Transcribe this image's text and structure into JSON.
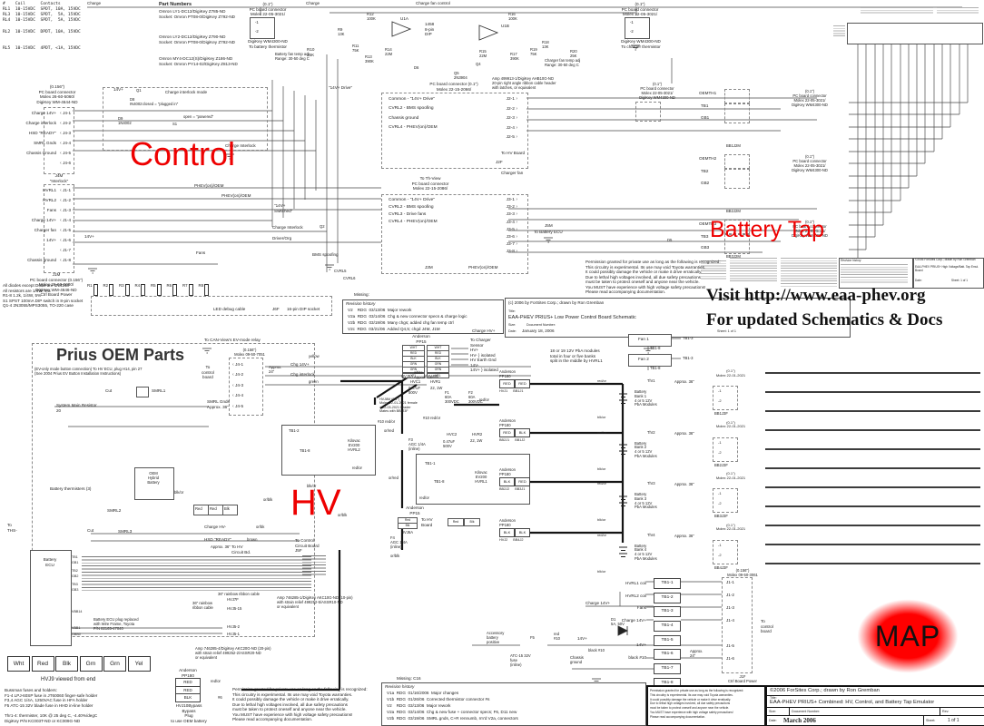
{
  "red_labels": {
    "control": "Control",
    "hv": "HV",
    "battery_tap": "Battery Tap",
    "map": "MAP"
  },
  "visit": {
    "line1": "Visit http://www.eaa-phev.org",
    "line2": "For updated Schematics & Docs"
  },
  "relay_table": {
    "header": "#    Coil      Contacts",
    "rows": "RL1  10-15VDC  SPDT, 10A, 15VDC\nRL3  10-15VDC  SPDT,  5A, 15VDC\nRL4  10-15VDC  SPDT,  5A, 15VDC\n\nRL2  10-15VDC  DPDT, 10A, 15VDC\n\n\nRL5  10-15VDC  4PDT, <1A, 15VDC",
    "pn_header": "Part Numbers",
    "pn1": "Omron LY1-DC12/DigiKey Z785-ND\nSocket:  Omron PT08-0/DigiKey Z792-ND",
    "pn2": "Omron  LY2-DC12/DigiKey Z790-ND\nSocket:  Omron PT08-0/DigiKey Z792-ND",
    "pn3": "Omron MY4-DC12(S)/DigiKey Z186-ND\nSocket:  Omron PY14-02/DigiKey Z813-ND"
  },
  "therm_conns": {
    "molex": "(0.1\")\nPC board connector\nMolex 22-05-3021/",
    "pins": [
      "-1",
      "-2"
    ],
    "battery": "DigiKey WM4300-ND\nTo battery thermistor",
    "charger": "DigiKey WM4300-ND\nTo charger thermistor",
    "r10": "R10\n25K",
    "batt_adj": "Battery fan temp adj\nRange: 30-50 deg C",
    "chg_adj": "Charger fan temp adj\nRange: 30-50 deg C"
  },
  "charge_labels": {
    "a": "Charge",
    "b": "Charge",
    "c": "Charge fan control"
  },
  "op": {
    "u1a": "U1A",
    "u1b": "U1B",
    "dip": "1458\n8-pin\nDIP",
    "r9": "R9\n13K",
    "r11": "R11\n75K",
    "r12": "R12\n100K",
    "r13": "R13\n390K",
    "r14": "R14\n22M",
    "r15": "R15\n22M",
    "r16": "R16\n100K",
    "r17": "R17\n390K",
    "r18": "R18\n13K",
    "r19": "R19\n75K",
    "r20": "R20\n25K",
    "d6": "D6",
    "q4": "Q4",
    "q5": "Q5\n2N3904",
    "amp_note": "Amp 499913-1/DigiKey AHB10G-ND\n20-pin right angle ribbon cable header\nwith latches, or equivalent",
    "v14": "14V+",
    "drive14": "\"14V+ Drive\"",
    "q1": "Q1",
    "d8": "D8\nIN4002",
    "d9": "D9\n1N4002"
  },
  "interlock": {
    "title": "Charge interlock mode",
    "closed": "closed = \"plugged in\"",
    "open": "open = \"powered\"",
    "s1": "S1",
    "label": "Charge Interlock"
  },
  "j4m": {
    "header": "(0.156\")\nPC board connector\nMolex 26-60-5060/\nDigiKey WM-4644-ND",
    "pins": [
      {
        "pin": "J4-1",
        "label": "Charge 14V+"
      },
      {
        "pin": "J4-2",
        "label": "Charge interlock"
      },
      {
        "pin": "J4-3",
        "label": "HSD \"READY\""
      },
      {
        "pin": "J4-4",
        "label": "SMRL Gnds"
      },
      {
        "pin": "J4-5",
        "label": "Chassis Ground"
      },
      {
        "pin": "J4-6",
        "label": ""
      }
    ],
    "caption": "J4M\n\"Interlock\""
  },
  "j1m": {
    "pins": [
      {
        "pin": "J1-1",
        "label": "HVRL1"
      },
      {
        "pin": "J1-2",
        "label": "HVRL2"
      },
      {
        "pin": "J1-3",
        "label": "Fans"
      },
      {
        "pin": "J1-4",
        "label": "Charge 14V+"
      },
      {
        "pin": "J1-5",
        "label": "Charger fan"
      },
      {
        "pin": "J1-6",
        "label": "14V+"
      },
      {
        "pin": "J1-7",
        "label": ""
      },
      {
        "pin": "J1-8",
        "label": "Chassis ground"
      }
    ],
    "caption": "J1M\nPC board connector (0.156\")\nMolex 26-60-5080/\nDigiKey WM-4646-ND\nCtrl Board Power",
    "v14": "14V+"
  },
  "notes_tl": "All diodes except D6&9 are 1N4148\nAll resistors are 1/4W, 5%\nR1-8   1.2k, 1/4W, 5%\nS1     SPST 100mA  DIP switch in 8-pin socket\nQ1-4  2N3055/MPS3055, TO-220 case",
  "resistors": [
    "R1",
    "R2",
    "R3",
    "R4",
    "R5",
    "R6",
    "R7",
    "R8"
  ],
  "led": {
    "cable": "LED debug cable",
    "j6f": "J6F",
    "socket": "16-pin DIP socket"
  },
  "block_a": {
    "header": "PC board connector (0.1\")\nMolex 22-15-2066/",
    "rows": [
      {
        "pin": "J2-1",
        "label": "Common - \"14V+ Drive\""
      },
      {
        "pin": "J2-2",
        "label": "CVRL2 - BMS spoofing"
      },
      {
        "pin": "J2-3",
        "label": "Chassis ground"
      },
      {
        "pin": "J2-4",
        "label": "CVRL4 - PHEV(on)/OEM"
      },
      {
        "pin": "J2-5",
        "label": ""
      }
    ],
    "j2f": "J2F",
    "to_hv": "To HV Board",
    "charger_fan": "Charger fan"
  },
  "block_b": {
    "header": "To Th-View\nPC board connector\nMolex 22-15-2086/",
    "rows": [
      {
        "pin": "J3-1",
        "label": "Common - \"14V+ Drive\""
      },
      {
        "pin": "J3-2",
        "label": "CVRL2 - BMS spoofing"
      },
      {
        "pin": "J3-3",
        "label": "CVRL3 - Drive fans"
      },
      {
        "pin": "J3-4",
        "label": "CVRL4 - PHEV(on)/OEM"
      },
      {
        "pin": "J3-5",
        "label": ""
      },
      {
        "pin": "J3-6",
        "label": ""
      },
      {
        "pin": "J3-7",
        "label": ""
      },
      {
        "pin": "J3-8",
        "label": ""
      }
    ],
    "j3m": "J3M",
    "phev": "PHEV(on)/OEM"
  },
  "mid": {
    "phev1": "PHEV(on)/OEM",
    "phev2": "PHEV(on)/OEM",
    "sw14": "\"14V+\nSwitched\"",
    "chg_int": "Charge Interlock",
    "driver": "Driver/Org",
    "fans": "Fans",
    "bms": "BMS spoofing",
    "cvrl5": "CVRL5",
    "cvrl6": "CVRL6",
    "j5m": "J5M",
    "to_becu": "To Battery ECU",
    "d5": "D5",
    "q2": "Q2"
  },
  "oemth": {
    "molex": "(0.1\")\nPC board connector\nMolex 22-05-3021/\nDigiKey WM4300-ND",
    "groups": [
      {
        "name": "OEMTH1",
        "tb": "TB1",
        "gb": "GB1",
        "bb": "BB1J2M"
      },
      {
        "name": "OEMTH2",
        "tb": "TB2",
        "gb": "GB2",
        "bb": "BB2J2M"
      },
      {
        "name": "OEMTH3",
        "tb": "TB3",
        "gb": "GB3",
        "bb": "BB3J2M"
      }
    ]
  },
  "permission": "Permission granted for private use as long as the following is recognized:\nThis circuitry is experimental.  Its use may void Toyota warranties.\nIt could possibly damage the vehicle or make it drive erratically.\nDue to lethal high voltages involved, all due safety precautions\nmust be taken to protect oneself and anyone near the vehicle.\nYou MUST have experience with high voltage safety precautions!\nPlease read accompanying documentation.",
  "ctrl_rev": {
    "missing": "Missing:",
    "header": "Revision history",
    "rows": [
      "V2    RDG  03/13/06  Major rework",
      "V2a  RDG  03/14/06  Chg & new connector specs & charge logic",
      "V2b  RDG  03/19/06  Many chgs; added chg fan temp ctrl",
      "V2c  RDG  03/21/06  Added Q4,5; chgd J4M, J1M"
    ]
  },
  "ctrl_title": {
    "copyright": "(c) 2006 by ForSites Corp.; drawn by Ron Gremban",
    "title_label": "Title:",
    "title": "EAA-PHEV PRIUS+ Low Power Control Board Schematic",
    "size": "Size:",
    "doc": "Document Number:",
    "date_label": "Date:",
    "date": "January 18, 2006",
    "sheet": "Sheet:   1  of  1"
  },
  "btap": {
    "mini_rev": "Revision history",
    "mini_copyright": "©2006 ForSites Corp.; drawn by Ron Gremban",
    "mini_title": "EAA-PHEV PRIUS+  High Voltage/Batt. Tap Emul. Board",
    "mini_date": "Date:",
    "mini_sheet": "Sheet: 1 of 1"
  },
  "prius": {
    "title": "Prius OEM Parts",
    "ev_note": "(EV-only mode button connection) To HV ECU, plug H14, pin 27\n(See 2004 Prius EV Button Installation Instructions)",
    "smrl1": "SMRL1",
    "cut1": "Cut",
    "sys_res": "System Main Resistor\n20",
    "smrl_gnds": "SMRL Gnds\nApprox. 36\"",
    "therm": "Battery thermisters (3)",
    "oem_batt": "OEM\nHybrid\nBattery",
    "red1": "Red",
    "red2": "Red",
    "blk": "Blk",
    "blkor": "blk/or",
    "orblk": "or/blk",
    "to_ths": "To\nTHS-",
    "cut2": "Cut",
    "smrl2": "SMRL2",
    "smrl3": "SMRL3",
    "chg_hv": "Charge HV-",
    "orbk": "or/bk",
    "hsd": "HSD \"READY\"",
    "brown": "brown",
    "approx36": "Approx. 36\"",
    "becu": "Battery\nECU",
    "pins": [
      "TB1",
      "GB1",
      "TB2",
      "GB2",
      "TB3",
      "GB3"
    ],
    "vbb14": "VBB14",
    "vbb1": "VBB1",
    "gbb0": "GBB0",
    "becu_note": "Battery ECU plug replaced\nwith Wire Frame, Toyota\nP/N 82165-47040",
    "ribbon1": "36\" rainbow\nribbon cable",
    "ribbon2": "36\" rainbow ribbon cable",
    "hvj7f": "HVJ7F",
    "hvj515": "HVJ5-15",
    "hvj52": "HVJ5-2",
    "hvj51": "HVJ5-1",
    "to_hv_bd": "To HV\nCircuit Bd.",
    "to_ctl": "To Control\nCircuit Board\nJ5F",
    "amp10": "Amp 746285-1/DigiKey AKC10G-ND (10-pin)\nwith strain relief 499252-5/ASSR10-ND\nor equivalent",
    "amp20": "Amp 746285-4/DigiKey AKC20G-ND (20-pin)\nwith strain relief 499252-2/ASSR20-ND\nor equivalent"
  },
  "hv": {
    "can": "To CAN-View's EV-mode relay",
    "j4f_molex": "(0.156\")\nMolex 09-50-7051",
    "j4f_pins": [
      "J4-1",
      "J4-2",
      "J4-3",
      "J4-4",
      "J4-5"
    ],
    "to_ctl": "To\ncontrol\nboard",
    "approx24": "Approx.\n24\"",
    "chg14": "Chg 14V+",
    "chg_int": "Chg interlock",
    "charge_hv": "Charge HV+",
    "yellow": "yellow",
    "green": "green",
    "white12": "white\nApprox. 12\"",
    "anderson15": "Anderson\nPP15",
    "hvj9a": "HVJ9A",
    "hvj9b": "HVJ9B",
    "wirecolors": [
      "WHT",
      "RED",
      "BLK",
      "GRN",
      "GRN",
      "YEL"
    ],
    "charger_lines": "To Charger\nSensor\nHV+\nHV-   } isolated\nHV Earth Gnd\n14V-\n14V+  } isolated",
    "modules": "18 or 19  12V PbA modules\ntotal in four or five banks\nsplit in the middle by HVRL1",
    "fan1": "Fan 1",
    "fan2": "Fan 2",
    "tb13": "TB1-3",
    "tb18": "TB1-8",
    "hvc1": "HVC1",
    "hvr1": "HVR1",
    "cap": "0.47uF\n500V",
    "res22": "22, 1W",
    "hvj8m": "HVJ8M (0.1\")\nMolex 22-01-2021 female\n+ 22-03-2021  header\nMates with BBxJ3F",
    "w10a": "#10 red/or",
    "w10b": "#10 red/or",
    "f1": "F1\n60A\n300VDC",
    "f2": "F2\n60A\n300VDC",
    "redor": "red/or",
    "pairs": [
      {
        "hdr": "Anderson\nPP180",
        "l": "RED",
        "r": "RED",
        "ll": "HVJ1",
        "rl": "BB1J1"
      },
      {
        "hdr": "Anderson\nPP180",
        "l": "RED",
        "r": "BLK",
        "ll": "BB2J1",
        "rl": "BB1J2"
      },
      {
        "hdr": "Anderson\nPP180",
        "l": "BLK",
        "r": "RED",
        "ll": "BB2J2",
        "rl": "BB3J1"
      },
      {
        "hdr": "Anderson\nPP180",
        "l": "BLK",
        "r": "BLK",
        "ll": "HVJ2",
        "rl": "BB4J2"
      }
    ],
    "kilovac2": "Kilovac\nEV200\nHVRL2",
    "kilovac1": "Kilovac\nEV200\nHVRL1",
    "tb11": "TB1-1",
    "tb12": "TB1-2",
    "tb18b": "TB1-8",
    "tb18c": "TB1-8",
    "hvc2": "HVC2",
    "hvr2": "HVR2",
    "cap2": "0.47uF\n500V",
    "res22b": "22, 1W",
    "f3": "F3\nAGC 1/4A\n(inline)",
    "f4": "F4\nAGC 1/4A\n(inline)",
    "orred": "or/red",
    "orred2": "or/red",
    "blkor": "blk/or",
    "orblk": "or/blk",
    "orblk2": "or/blk",
    "redor2": "red/or",
    "redor3": "red/or",
    "hvj6a": "HVJ6A",
    "to_hv_board": "To HV\nBoard",
    "redbox": "Red",
    "blkbox": "Blk",
    "banks": [
      {
        "pos": "red/or",
        "neg": "blk/or",
        "thr": "Thr1",
        "approx": "Approx. 36\"",
        "molex": "(0.1\")\nMolex 22-01-2021",
        "p1": "-1",
        "p2": "-2",
        "jf": "BB1J3F",
        "name": "Battery\nBank 1\n4 or 5  12V\nPbA Modules"
      },
      {
        "pos": "red/or",
        "neg": "blk/or",
        "thr": "Thr2",
        "approx": "Approx. 36\"",
        "molex": "(0.1\")\nMolex 22-01-2021",
        "p1": "-1",
        "p2": "-2",
        "jf": "BB2J3F",
        "name": "Battery\nBank 2\n4 or 5  12V\nPbA Modules"
      },
      {
        "pos": "red/or",
        "neg": "blk/or",
        "thr": "Thr3",
        "approx": "Approx. 36\"",
        "molex": "(0.1\")\nMolex 22-01-2021",
        "p1": "-1",
        "p2": "-2",
        "jf": "BB3J3F",
        "name": "Battery\nBank 3\n4 or 5  12V\nPbA Modules"
      },
      {
        "pos": "red/or",
        "neg": "blk/or",
        "thr": "Thr4",
        "approx": "Approx. 36\"",
        "molex": "(0.1\")\nMolex 22-01-2021",
        "p1": "-1",
        "p2": "-2",
        "jf": "BB4J3F",
        "name": "Battery\nBank 4\n4 or 5  12V\nPbA Modules"
      }
    ],
    "tb1": {
      "rows": [
        "TB1-1",
        "TB1-2",
        "TB1-3",
        "TB1-4",
        "TB1-5",
        "TB1-6",
        "TB1-7",
        "TB1-8"
      ],
      "labels": [
        "HVRL1 coil",
        "HVRL2 coil",
        "Fans",
        "Charge 14V+",
        "",
        "14V+",
        "black #10",
        ""
      ],
      "d1": "D1\n5A, 50V",
      "molex": "(0.156\")\nMolex 09-50-3061",
      "jpins": [
        "J1-1",
        "J1-2",
        "J1-3",
        "J1-4",
        "J1-5",
        "J1-6"
      ],
      "to_ctl": "To\ncontrol\nboard",
      "j1f": "J1F\nCtrl Board Power",
      "approx24": "Approx.\n24\"",
      "caption": "TB1\n1/4\" Spade Lug\nTerminal Board",
      "acc": "Accessory\nbattery\npositive",
      "f5": "F5",
      "fuse": "ATC-15  32V\nfuse\n(inline)",
      "red10": "red\n#10",
      "v14": "14V+",
      "charge14": "Charge 14V+",
      "black10": "black #10",
      "chassis": "Chassis\nground"
    }
  },
  "bottom": {
    "endview": [
      "Wht",
      "Red",
      "Blk",
      "Grn",
      "Grn",
      "Yel"
    ],
    "endview_caption": "HVJ9 viewed from end",
    "fuses": "Bussman fuses and holders:\nF1-4  LPJ-60SP fuse in JT60060 finger-safe holder\nF3,4  AGC 1/4A, 1250VAC fuse in HFA holder\nF5    ATC-15  32V blade fuse in HHD in-line holder",
    "thr": "Thr1-4:  thermister, 10K @ 25 deg C, -4.40%/degC\nDigiKey P/N KC003T-ND or KC009G-ND",
    "anderson": "Anderson\nPP180",
    "bypass_cells": [
      "RED",
      "RED",
      "BLK"
    ],
    "redor": "red/or",
    "n6": "#6",
    "bypass": "HVJ10Bypass\nBypass\nPlug\nto use OEM battery",
    "missing": "Missing:  C16",
    "rev_header": "Revision history",
    "rev_rows": [
      "V1a  RDG  01/16/2006  Major changes",
      "V1b  RDG  01/26/06  Corrected thermistor connector #s",
      "V2    RDG  03/13/06  Major rework",
      "V2a  RDG  03/14/06  Chg & new fuse + connector specs; F6, D11 new",
      "V2b  RDG  03/19/06  SMRL gnds, C+R rennumb, rm'd V2a, connectors"
    ]
  },
  "main_title": {
    "copyright": "©2006 ForSites Corp.; drawn by Ron Gremban",
    "title_label": "Title:",
    "title": "EAA-PHEV PRIUS+  Combined: HV, Control, and Battery Tap Emulator",
    "size": "Size:",
    "doc": "Document Number:",
    "rev": "Rev:",
    "date_label": "Date:",
    "date": "March 2006",
    "sheet_label": "Sheet:",
    "sheet": "1  of  1"
  }
}
